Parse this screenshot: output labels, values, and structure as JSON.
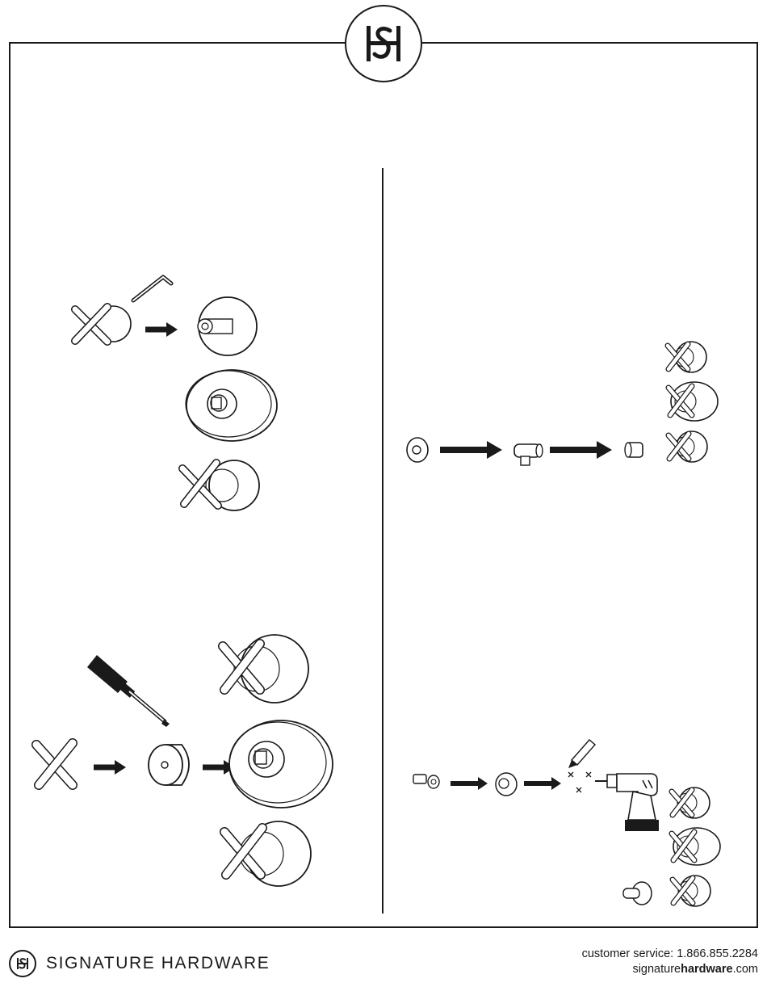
{
  "brand": {
    "logo_mark": "HSH",
    "name": "SIGNATURE HARDWARE"
  },
  "contact": {
    "customer_service": "customer service: 1.866.855.2284",
    "website_prefix": "signature",
    "website_bold": "hardware",
    "website_suffix": ".com"
  },
  "icons": {
    "hex_key": "hex-key-icon",
    "screwdriver": "screwdriver-icon",
    "drill": "drill-icon",
    "pencil": "pencil-icon",
    "arrow": "arrow-right-icon",
    "cross_handle": "cross-handle-icon",
    "escutcheon": "escutcheon-icon",
    "valve_cartridge": "valve-cartridge-icon"
  },
  "colors": {
    "ink": "#1a1a1a",
    "background": "#ffffff"
  }
}
